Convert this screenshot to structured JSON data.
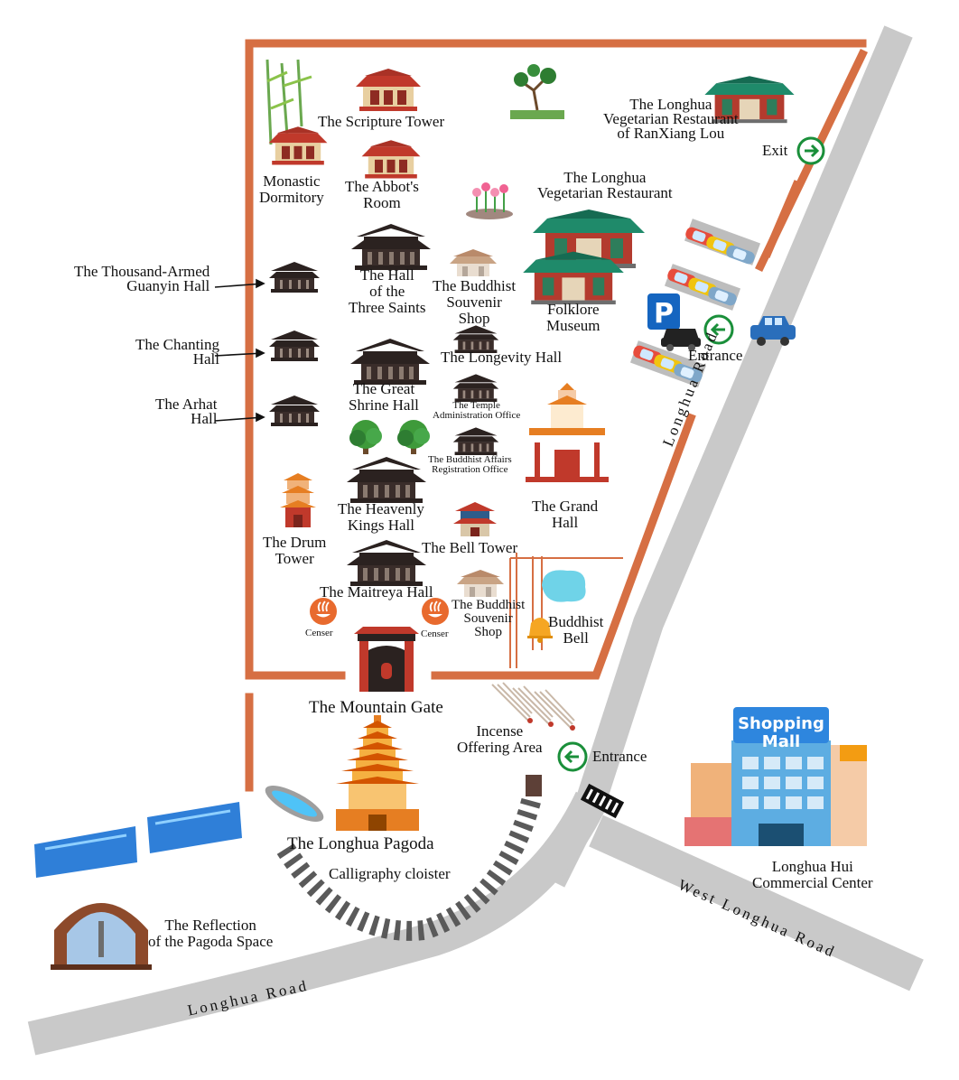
{
  "labels": {
    "scripture_tower": "The Scripture Tower",
    "monastic_dormitory_1": "Monastic",
    "monastic_dormitory_2": "Dormitory",
    "abbots_room_1": "The Abbot's",
    "abbots_room_2": "Room",
    "ranxiang_1": "The Longhua",
    "ranxiang_2": "Vegetarian Restaurant",
    "ranxiang_3": "of RanXiang Lou",
    "exit": "Exit",
    "veg_restaurant_1": "The Longhua",
    "veg_restaurant_2": "Vegetarian Restaurant",
    "thousand_armed_1": "The Thousand-Armed",
    "thousand_armed_2": "Guanyin Hall",
    "three_saints_1": "The Hall",
    "three_saints_2": "of the",
    "three_saints_3": "Three Saints",
    "souvenir_top_1": "The Buddhist",
    "souvenir_top_2": "Souvenir",
    "souvenir_top_3": "Shop",
    "folklore_1": "Folklore",
    "folklore_2": "Museum",
    "chanting_1": "The Chanting",
    "chanting_2": "Hall",
    "longevity": "The Longevity Hall",
    "entrance_parking": "Entrance",
    "great_shrine_1": "The Great",
    "great_shrine_2": "Shrine Hall",
    "temple_admin_1": "The Temple",
    "temple_admin_2": "Administration Office",
    "arhat_1": "The Arhat",
    "arhat_2": "Hall",
    "affairs_1": "The Buddhist Affairs",
    "affairs_2": "Registration Office",
    "grand_hall_1": "The Grand",
    "grand_hall_2": "Hall",
    "heavenly_1": "The Heavenly",
    "heavenly_2": "Kings Hall",
    "drum_1": "The Drum",
    "drum_2": "Tower",
    "bell_tower": "The Bell Tower",
    "maitreya": "The Maitreya Hall",
    "souvenir_bottom_1": "The Buddhist",
    "souvenir_bottom_2": "Souvenir",
    "souvenir_bottom_3": "Shop",
    "buddhist_bell_1": "Buddhist",
    "buddhist_bell_2": "Bell",
    "censer_left": "Censer",
    "censer_right": "Censer",
    "mountain_gate": "The Mountain Gate",
    "incense_1": "Incense",
    "incense_2": "Offering Area",
    "entrance_gate": "Entrance",
    "pagoda": "The Longhua Pagoda",
    "calligraphy": "Calligraphy cloister",
    "reflection_1": "The Reflection",
    "reflection_2": "of the Pagoda Space",
    "commercial_1": "Longhua Hui",
    "commercial_2": "Commercial Center",
    "mall_sign_1": "Shopping",
    "mall_sign_2": "Mall"
  },
  "roads": {
    "longhua_road_east": "Longhua Road",
    "longhua_road_south": "Longhua Road",
    "west_longhua_road": "West Longhua Road"
  },
  "colors": {
    "wall": "#d66f43",
    "road": "#c9c9c9",
    "hall_roof": "#2b2220",
    "red_roof": "#c0392b",
    "green_roof": "#1f8a6a",
    "entrance_green": "#1a8f3a",
    "water": "#2f7fd8",
    "parking_blue": "#1565c0"
  },
  "icons": {
    "exit": "arrow-right-circle-icon",
    "entrance": "arrow-left-circle-icon",
    "parking": "parking-sign-icon",
    "pedestrian": "crosswalk-pedestrian-icon"
  }
}
